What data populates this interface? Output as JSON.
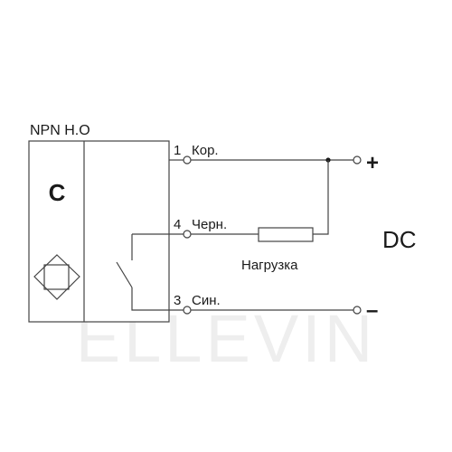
{
  "sensor": {
    "type_label": "NPN Н.О",
    "letter": "C"
  },
  "pins": [
    {
      "num": "1",
      "wire": "Кор."
    },
    {
      "num": "4",
      "wire": "Черн."
    },
    {
      "num": "3",
      "wire": "Син."
    }
  ],
  "load": {
    "label": "Нагрузка"
  },
  "supply": {
    "plus": "+",
    "minus": "–",
    "dc": "DC"
  },
  "watermark": "ELLEVIN",
  "colors": {
    "line": "#444444",
    "text": "#1a1a1a",
    "watermark": "#eeeeee"
  }
}
